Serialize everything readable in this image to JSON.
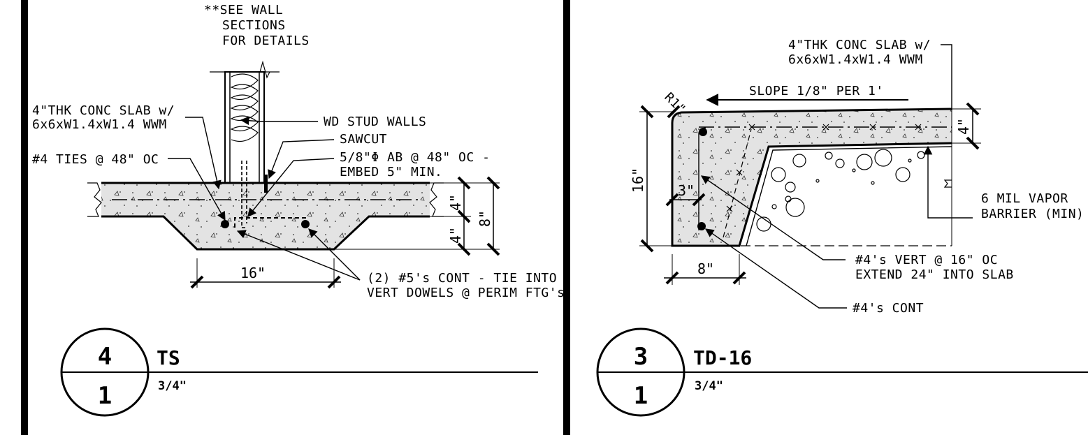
{
  "detail4": {
    "note_wall": [
      "**SEE WALL",
      "SECTIONS",
      "FOR DETAILS"
    ],
    "note_slab": [
      "4\"THK CONC SLAB w/",
      "6x6xW1.4xW1.4 WWM"
    ],
    "note_studs": "WD STUD WALLS",
    "note_sawcut": "SAWCUT",
    "note_bolt": [
      "5/8\"Φ AB @ 48\" OC -",
      "EMBED 5\" MIN."
    ],
    "note_ties": "#4 TIES @ 48\" OC",
    "note_bars": [
      "(2) #5's CONT - TIE INTO",
      "VERT DOWELS @ PERIM FTG's"
    ],
    "dim_top": "4\"",
    "dim_bottom": "4\"",
    "dim_total": "8\"",
    "dim_width": "16\"",
    "number": "4",
    "sheet": "1",
    "title": "TS",
    "scale": "3/4\""
  },
  "detail3": {
    "note_slab": [
      "4\"THK CONC SLAB w/",
      "6x6xW1.4xW1.4 WWM"
    ],
    "note_slope": "SLOPE 1/8\" PER 1'",
    "note_radius": "R1\"",
    "note_vapor": [
      "6 MIL VAPOR",
      "BARRIER (MIN)"
    ],
    "note_vert": [
      "#4's VERT @ 16\" OC",
      "EXTEND 24\" INTO SLAB"
    ],
    "note_cont": "#4's CONT",
    "dim_slab": "4\"",
    "dim_depth": "16\"",
    "dim_cover": "3\"",
    "dim_width": "8\"",
    "number": "3",
    "sheet": "1",
    "title": "TD-16",
    "scale": "3/4\""
  }
}
